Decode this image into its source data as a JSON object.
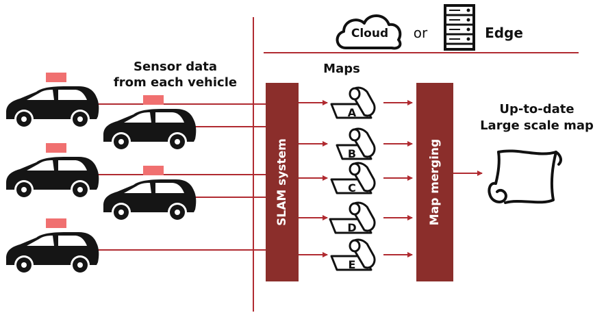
{
  "header": {
    "cloud_label": "Cloud",
    "or_label": "or",
    "edge_label": "Edge"
  },
  "sensor_label": {
    "line1": "Sensor data",
    "line2": "from each vehicle"
  },
  "maps_label": "Maps",
  "slam_label": "SLAM system",
  "merge_label": "Map merging",
  "output_label": {
    "line1": "Up-to-date",
    "line2": "Large scale map"
  },
  "map_tiles": [
    "A",
    "B",
    "C",
    "D",
    "E"
  ],
  "colors": {
    "accent": "#b02a30",
    "block": "#8b2e2b",
    "sensor": "#f07070",
    "car": "#151515",
    "outline": "#111111"
  }
}
